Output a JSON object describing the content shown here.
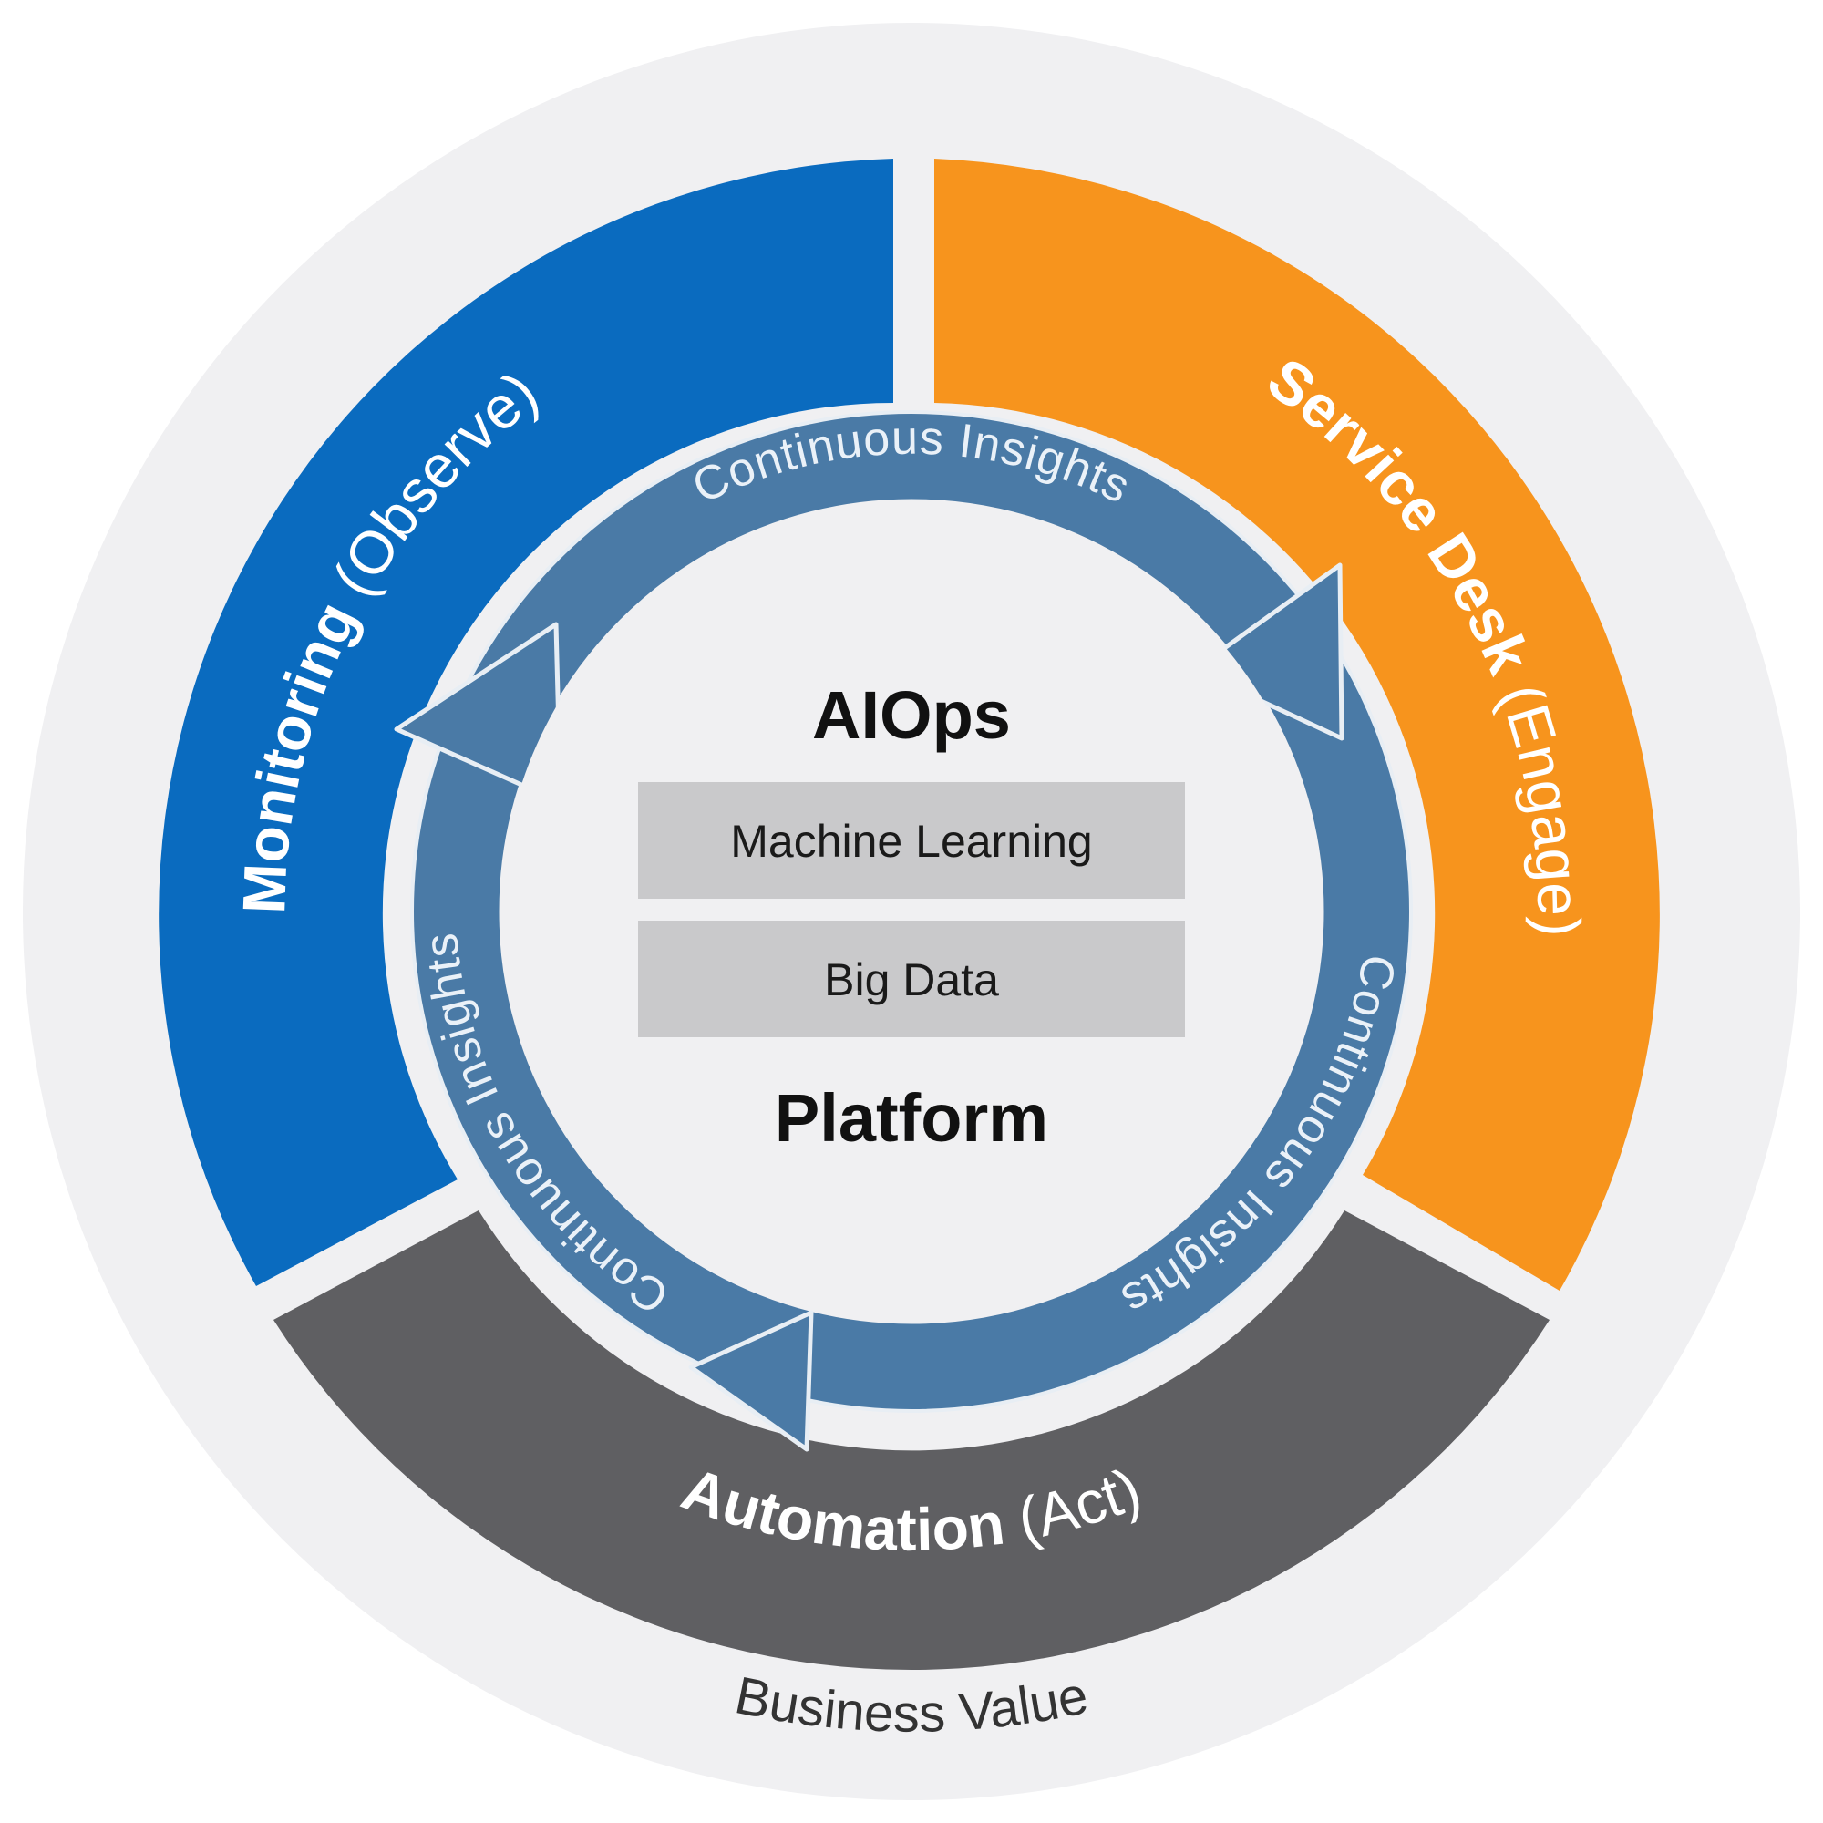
{
  "outer": {
    "label": "Business Value"
  },
  "segments": {
    "monitoring": {
      "name": "Monitoring",
      "qualifier": "(Observe)",
      "color": "#0a6bbf"
    },
    "service_desk": {
      "name": "Service Desk",
      "qualifier": "(Engage)",
      "color": "#f7941d"
    },
    "automation": {
      "name": "Automation",
      "qualifier": "(Act)",
      "color": "#5f5f62"
    }
  },
  "flow": {
    "color": "#4a7aa6",
    "labels": [
      "Continuous Insights",
      "Continuous Insights",
      "Continuous Insights"
    ]
  },
  "center": {
    "title": "AIOps",
    "subtitle": "Platform",
    "layers": [
      "Machine Learning",
      "Big Data"
    ]
  },
  "colors": {
    "background": "#f0f0f2",
    "layer_box": "#c9c9cb",
    "divider": "#f0f0f2"
  }
}
